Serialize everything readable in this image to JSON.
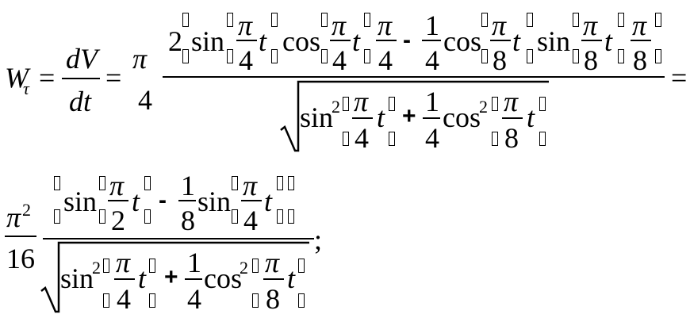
{
  "formula": {
    "W": "W",
    "tau": "τ",
    "eq": "=",
    "dV": "dV",
    "dt": "dt",
    "pi": "π",
    "pi2": "π",
    "sq": "2",
    "n1": "1",
    "n2": "2",
    "n4": "4",
    "n8": "8",
    "n16": "16",
    "t": "t",
    "sin": "sin",
    "cos": "cos",
    "minus": "-",
    "plus": "+",
    "end": ";"
  }
}
